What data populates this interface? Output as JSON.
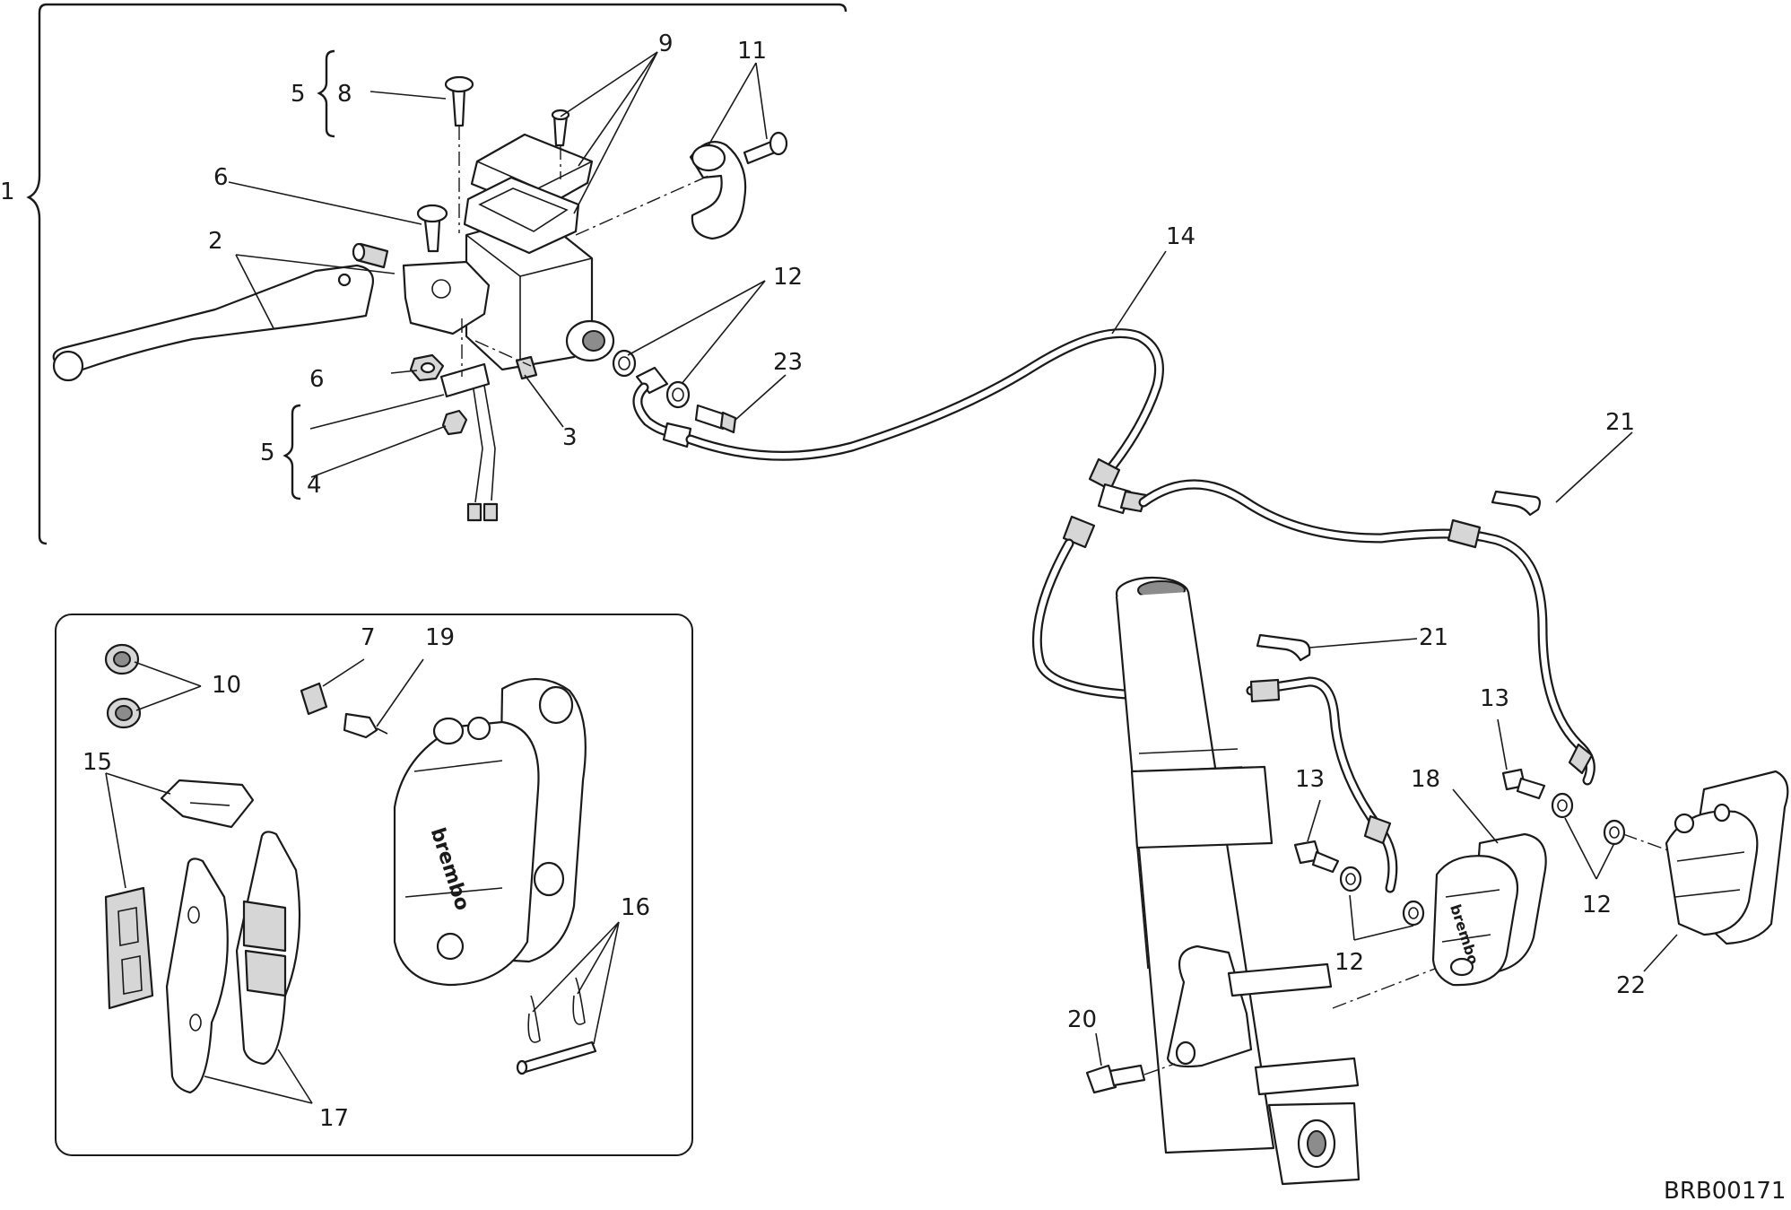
{
  "diagram_code": "BRB00171",
  "callouts": {
    "c1": "1",
    "c2": "2",
    "c3": "3",
    "c4": "4",
    "c5a": "5",
    "c5b": "5",
    "c6a": "6",
    "c6b": "6",
    "c7": "7",
    "c8": "8",
    "c9": "9",
    "c10": "10",
    "c11": "11",
    "c12a": "12",
    "c12b": "12",
    "c12c": "12",
    "c13a": "13",
    "c13b": "13",
    "c14": "14",
    "c15": "15",
    "c16": "16",
    "c17": "17",
    "c18": "18",
    "c19": "19",
    "c20": "20",
    "c21a": "21",
    "c21b": "21",
    "c22": "22",
    "c23": "23"
  },
  "caliper_brand": "brembo"
}
